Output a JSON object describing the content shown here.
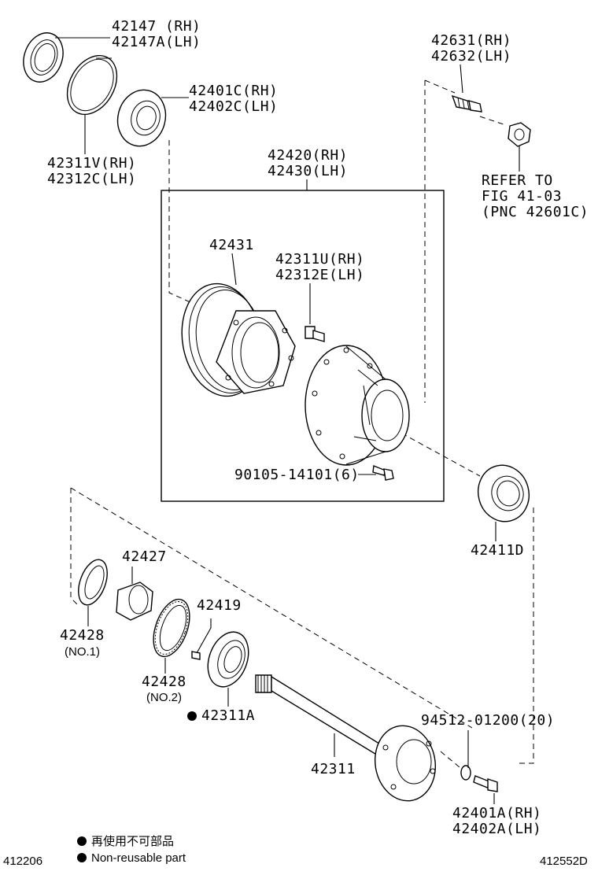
{
  "labels": {
    "p42147": "42147 (RH)",
    "p42147a": "42147A(LH)",
    "p42311v": "42311V(RH)",
    "p42312c": "42312C(LH)",
    "p42401c": "42401C(RH)",
    "p42402c": "42402C(LH)",
    "p42631": "42631(RH)",
    "p42632": "42632(LH)",
    "refer1": "REFER TO",
    "refer2": "FIG 41-03",
    "refer3": "(PNC 42601C)",
    "p42420": "42420(RH)",
    "p42430": "42430(LH)",
    "p42431": "42431",
    "p42311u": "42311U(RH)",
    "p42312e": "42312E(LH)",
    "p90105": "90105-14101(6)",
    "p42411d": "42411D",
    "p42427": "42427",
    "p42419": "42419",
    "p42428a": "42428",
    "p42428a_sub": "(NO.1)",
    "p42428b": "42428",
    "p42428b_sub": "(NO.2)",
    "p42311a": "42311A",
    "p94512": "94512-01200(20)",
    "p42311": "42311",
    "p42401a": "42401A(RH)",
    "p42402a": "42402A(LH)"
  },
  "legend": {
    "jp": "再使用不可部品",
    "en": "Non-reusable part"
  },
  "footer": {
    "left_code": "412206",
    "right_code": "412552D"
  }
}
